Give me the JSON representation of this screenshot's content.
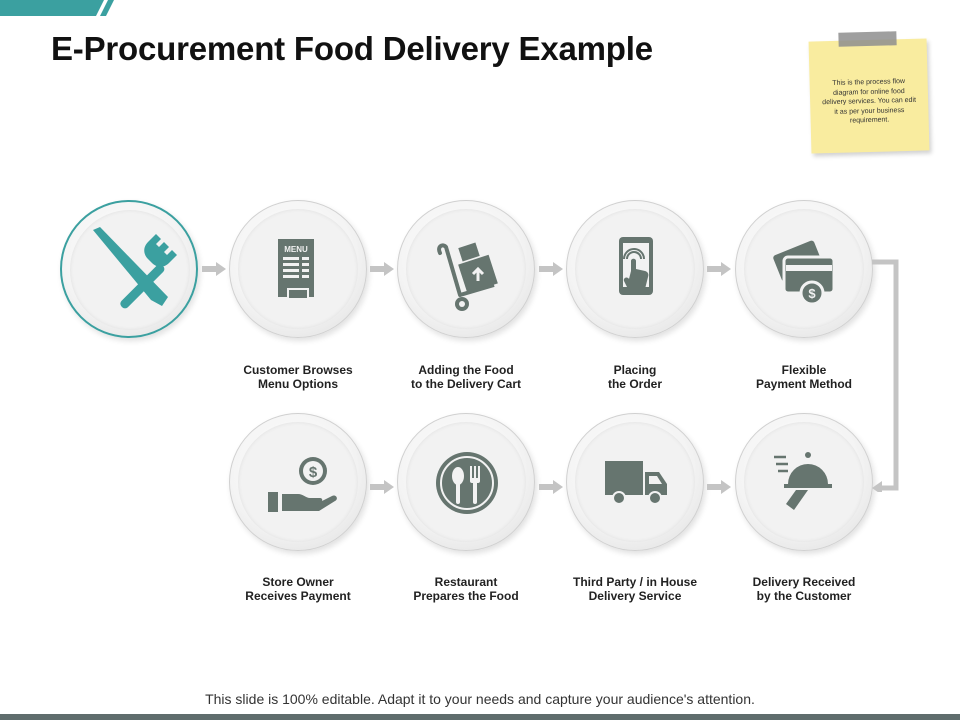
{
  "title": "E-Procurement Food Delivery Example",
  "sticky_note": "This is the process flow diagram for online food delivery services. You can edit it as per your business requirement.",
  "menu_icon_text": "MENU",
  "steps": {
    "browse": {
      "line1": "Customer Browses",
      "line2": "Menu Options"
    },
    "cart": {
      "line1": "Adding  the Food",
      "line2": "to the Delivery Cart"
    },
    "order": {
      "line1": "Placing",
      "line2": "the Order"
    },
    "payment": {
      "line1": "Flexible",
      "line2": "Payment Method"
    },
    "received": {
      "line1": "Delivery Received",
      "line2": "by the Customer"
    },
    "delivery": {
      "line1": "Third Party / in House",
      "line2": "Delivery Service"
    },
    "prepare": {
      "line1": "Restaurant",
      "line2": "Prepares the Food"
    },
    "owner": {
      "line1": "Store Owner",
      "line2": "Receives Payment"
    }
  },
  "footer": "This slide is 100% editable. Adapt it to your needs and capture your audience's attention.",
  "colors": {
    "accent": "#3ba0a0",
    "icon": "#66756f",
    "arrow": "#c4c4c4",
    "sticky": "#f9ec9f"
  },
  "icons": [
    "cutlery-icon",
    "menu-icon",
    "hand-truck-icon",
    "phone-tap-icon",
    "payment-card-icon",
    "cloche-icon",
    "truck-icon",
    "plate-icon",
    "money-hand-icon"
  ]
}
